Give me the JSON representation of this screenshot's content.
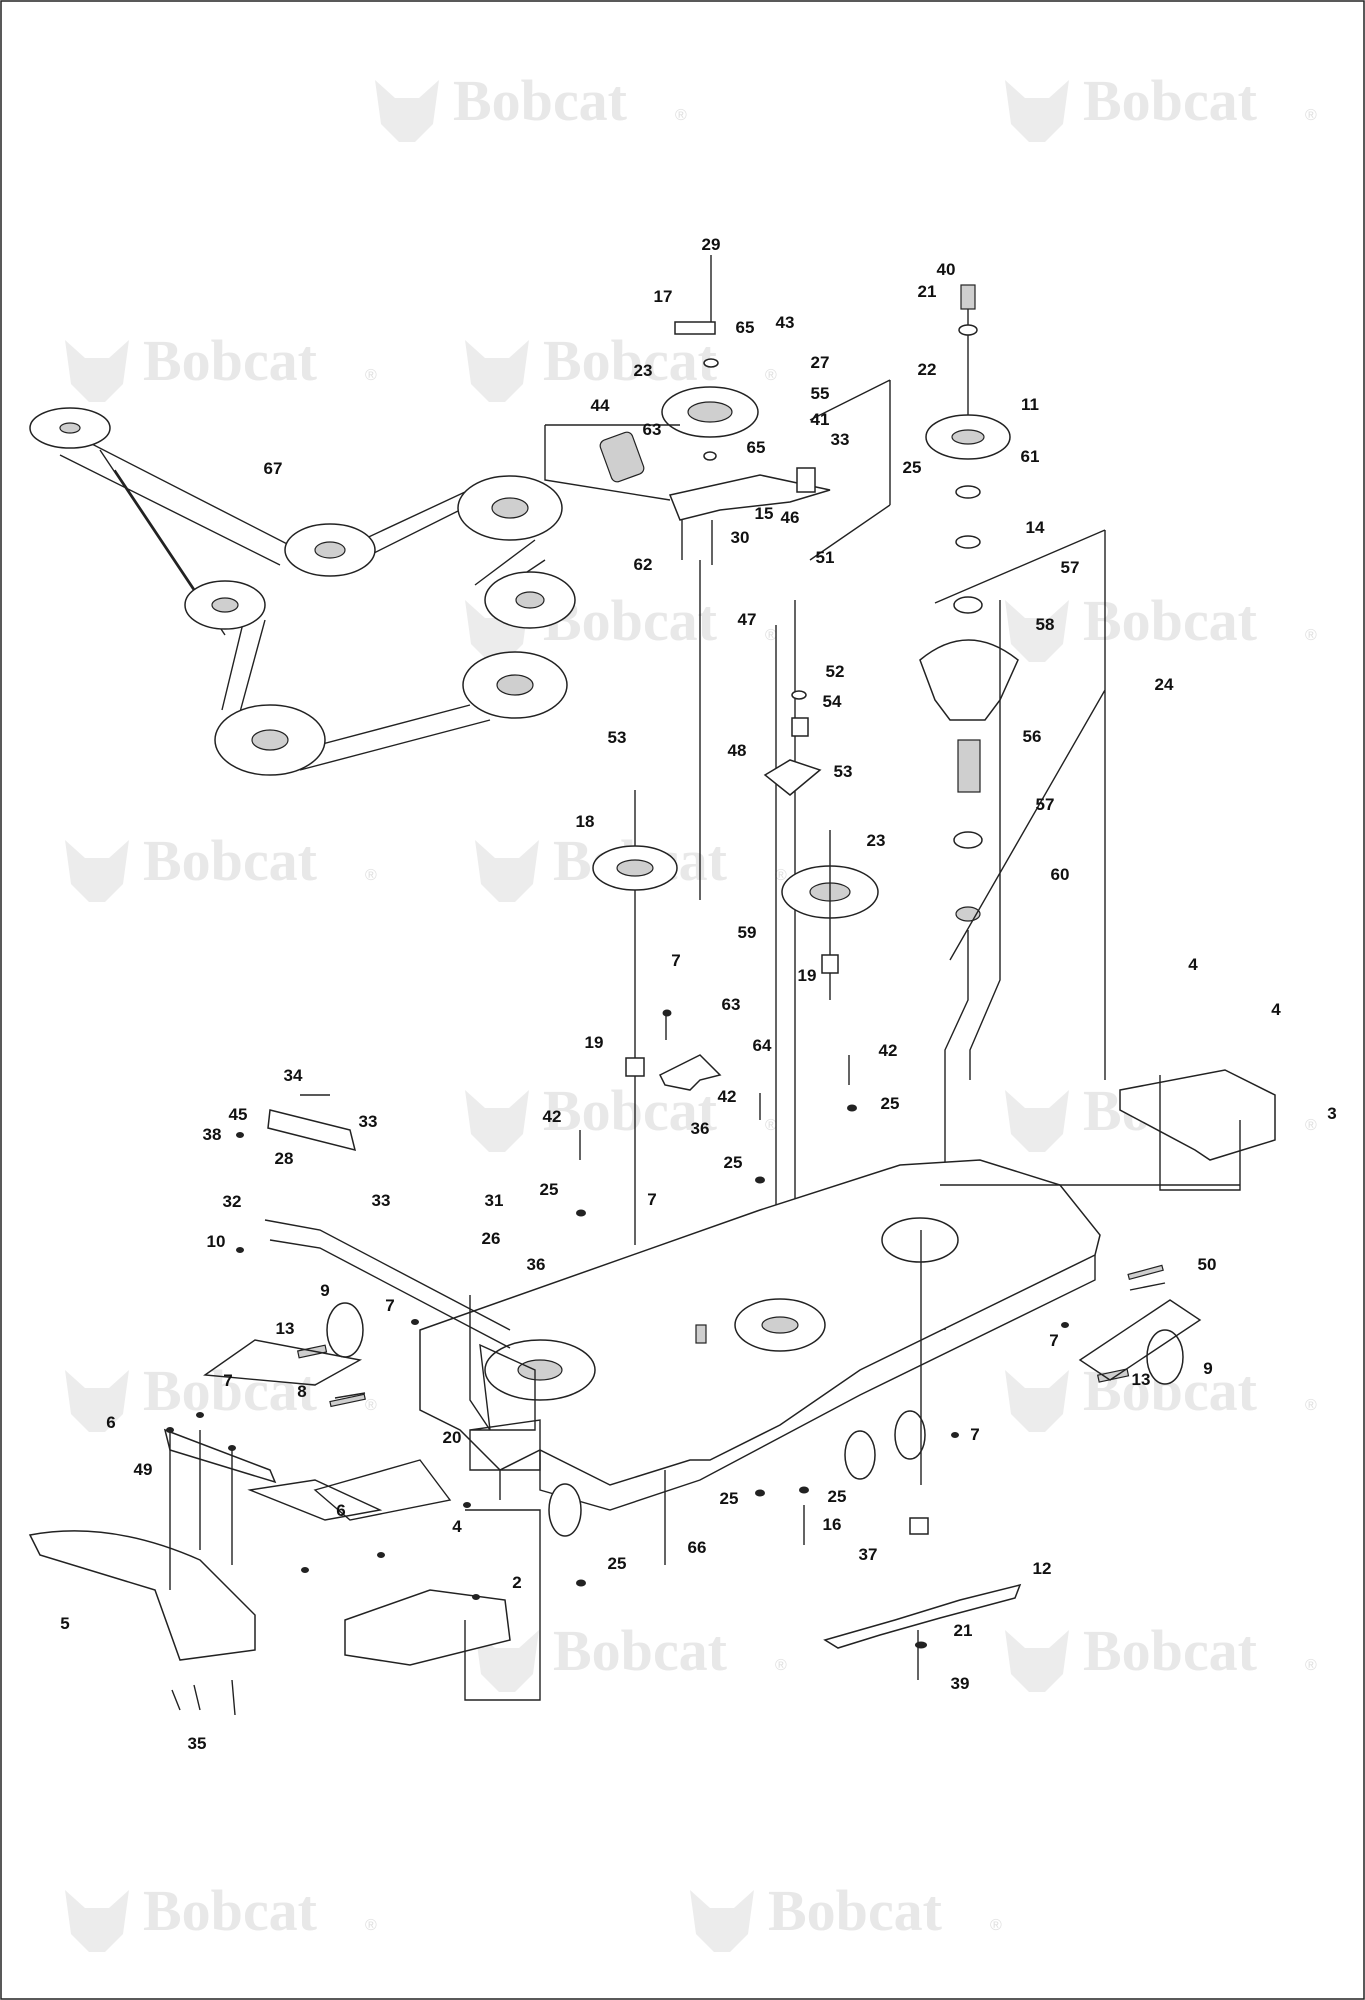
{
  "watermark": {
    "brand": "Bobcat",
    "mark": "®",
    "logo_icon": "bobcat-head-icon"
  },
  "callouts": [
    {
      "id": "c29",
      "text": "29"
    },
    {
      "id": "c17",
      "text": "17"
    },
    {
      "id": "c65a",
      "text": "65"
    },
    {
      "id": "c43",
      "text": "43"
    },
    {
      "id": "c27",
      "text": "27"
    },
    {
      "id": "c55",
      "text": "55"
    },
    {
      "id": "c41",
      "text": "41"
    },
    {
      "id": "c33a",
      "text": "33"
    },
    {
      "id": "c23a",
      "text": "23"
    },
    {
      "id": "c44",
      "text": "44"
    },
    {
      "id": "c63a",
      "text": "63"
    },
    {
      "id": "c65b",
      "text": "65"
    },
    {
      "id": "c15",
      "text": "15"
    },
    {
      "id": "c25a",
      "text": "25"
    },
    {
      "id": "c46",
      "text": "46"
    },
    {
      "id": "c62",
      "text": "62"
    },
    {
      "id": "c30",
      "text": "30"
    },
    {
      "id": "c51",
      "text": "51"
    },
    {
      "id": "c40",
      "text": "40"
    },
    {
      "id": "c21a",
      "text": "21"
    },
    {
      "id": "c22",
      "text": "22"
    },
    {
      "id": "c11",
      "text": "11"
    },
    {
      "id": "c61",
      "text": "61"
    },
    {
      "id": "c14",
      "text": "14"
    },
    {
      "id": "c57a",
      "text": "57"
    },
    {
      "id": "c58",
      "text": "58"
    },
    {
      "id": "c24",
      "text": "24"
    },
    {
      "id": "c56",
      "text": "56"
    },
    {
      "id": "c57b",
      "text": "57"
    },
    {
      "id": "c60",
      "text": "60"
    },
    {
      "id": "c67",
      "text": "67"
    },
    {
      "id": "c47",
      "text": "47"
    },
    {
      "id": "c52",
      "text": "52"
    },
    {
      "id": "c54",
      "text": "54"
    },
    {
      "id": "c48",
      "text": "48"
    },
    {
      "id": "c53a",
      "text": "53"
    },
    {
      "id": "c53b",
      "text": "53"
    },
    {
      "id": "c18",
      "text": "18"
    },
    {
      "id": "c23b",
      "text": "23"
    },
    {
      "id": "c19a",
      "text": "19"
    },
    {
      "id": "c59",
      "text": "59"
    },
    {
      "id": "c7a",
      "text": "7"
    },
    {
      "id": "c63b",
      "text": "63"
    },
    {
      "id": "c64",
      "text": "64"
    },
    {
      "id": "c19b",
      "text": "19"
    },
    {
      "id": "c42a",
      "text": "42"
    },
    {
      "id": "c25b",
      "text": "25"
    },
    {
      "id": "c36a",
      "text": "36"
    },
    {
      "id": "c42b",
      "text": "42"
    },
    {
      "id": "c4a",
      "text": "4"
    },
    {
      "id": "c4b",
      "text": "4"
    },
    {
      "id": "c3",
      "text": "3"
    },
    {
      "id": "c34",
      "text": "34"
    },
    {
      "id": "c45",
      "text": "45"
    },
    {
      "id": "c38",
      "text": "38"
    },
    {
      "id": "c33b",
      "text": "33"
    },
    {
      "id": "c28",
      "text": "28"
    },
    {
      "id": "c33c",
      "text": "33"
    },
    {
      "id": "c42c",
      "text": "42"
    },
    {
      "id": "c25c",
      "text": "25"
    },
    {
      "id": "c32",
      "text": "32"
    },
    {
      "id": "c10",
      "text": "10"
    },
    {
      "id": "c31",
      "text": "31"
    },
    {
      "id": "c25d",
      "text": "25"
    },
    {
      "id": "c7b",
      "text": "7"
    },
    {
      "id": "c26",
      "text": "26"
    },
    {
      "id": "c36b",
      "text": "36"
    },
    {
      "id": "c9a",
      "text": "9"
    },
    {
      "id": "c7c",
      "text": "7"
    },
    {
      "id": "c13a",
      "text": "13"
    },
    {
      "id": "c8",
      "text": "8"
    },
    {
      "id": "c7d",
      "text": "7"
    },
    {
      "id": "c6a",
      "text": "6"
    },
    {
      "id": "c20",
      "text": "20"
    },
    {
      "id": "c49",
      "text": "49"
    },
    {
      "id": "c6b",
      "text": "6"
    },
    {
      "id": "c50",
      "text": "50"
    },
    {
      "id": "c7e",
      "text": "7"
    },
    {
      "id": "c13b",
      "text": "13"
    },
    {
      "id": "c9b",
      "text": "9"
    },
    {
      "id": "c7f",
      "text": "7"
    },
    {
      "id": "c25e",
      "text": "25"
    },
    {
      "id": "c25f",
      "text": "25"
    },
    {
      "id": "c16",
      "text": "16"
    },
    {
      "id": "c66",
      "text": "66"
    },
    {
      "id": "c37",
      "text": "37"
    },
    {
      "id": "c12",
      "text": "12"
    },
    {
      "id": "c4c",
      "text": "4"
    },
    {
      "id": "c2",
      "text": "2"
    },
    {
      "id": "c25g",
      "text": "25"
    },
    {
      "id": "c21b",
      "text": "21"
    },
    {
      "id": "c39",
      "text": "39"
    },
    {
      "id": "c5",
      "text": "5"
    },
    {
      "id": "c35",
      "text": "35"
    }
  ]
}
